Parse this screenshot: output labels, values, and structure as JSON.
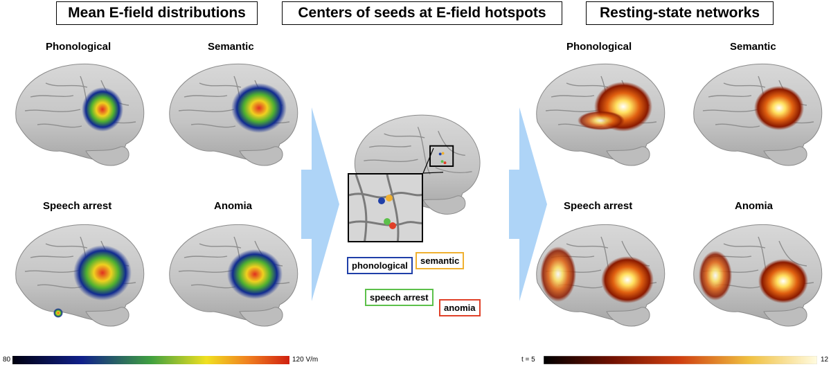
{
  "headers": {
    "left": "Mean E-field distributions",
    "center": "Centers of seeds at E-field hotspots",
    "right": "Resting-state networks"
  },
  "left_panels": {
    "phonological": "Phonological",
    "semantic": "Semantic",
    "speech_arrest": "Speech arrest",
    "anomia": "Anomia"
  },
  "right_panels": {
    "phonological": "Phonological",
    "semantic": "Semantic",
    "speech_arrest": "Speech arrest",
    "anomia": "Anomia"
  },
  "seed_tags": {
    "phonological": "phonological",
    "semantic": "semantic",
    "speech_arrest": "speech arrest",
    "anomia": "anomia"
  },
  "seed_colors": {
    "phonological": "#1f3fa8",
    "semantic": "#f0b030",
    "speech_arrest": "#5cc04a",
    "anomia": "#e04028"
  },
  "colorbars": {
    "efield_min": "80",
    "efield_max": "120 V/m",
    "t_min": "t = 5",
    "t_max": "12"
  }
}
